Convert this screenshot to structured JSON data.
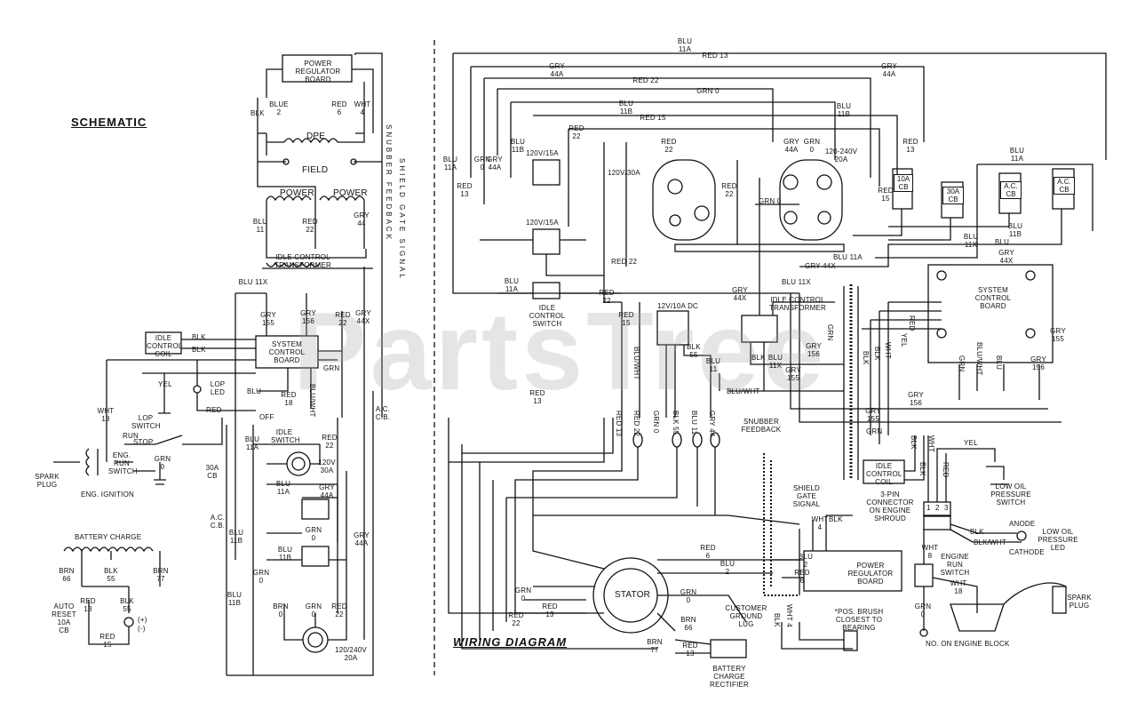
{
  "watermark": "PartsTree",
  "schematic": {
    "title": "SCHEMATIC",
    "power_regulator_board": "POWER REGULATOR BOARD",
    "blk": "BLK",
    "blue_2": "BLUE 2",
    "red_6": "RED 6",
    "wht_4": "WHT 4",
    "dpe": "DPE",
    "field": "FIELD",
    "power_1": "POWER",
    "power_2": "POWER",
    "blu_11": "BLU 11",
    "red_22": "RED 22",
    "gry_44": "GRY 44",
    "idle_control_transformer": "IDLE CONTROL TRANSFORMER",
    "blu_11x": "BLU 11X",
    "gry_155": "GRY 155",
    "gry_156": "GRY 156",
    "red_22b": "RED 22",
    "gry_44x": "GRY 44X",
    "snubber_feedback": "SNUBBER FEEDBACK",
    "shield_gate_signal": "SHIELD GATE SIGNAL",
    "idle_control_coil": "IDLE CONTROL COIL",
    "blk_a": "BLK",
    "blk_b": "BLK",
    "system_control_board": "SYSTEM CONTROL BOARD",
    "grn": "GRN",
    "yel": "YEL",
    "lop_led": "LOP LED",
    "blu": "BLU",
    "red": "RED",
    "blu_wht": "BLU/WHT",
    "red_18": "RED 18",
    "ac_cb": "A.C. C.B.",
    "wht_18": "WHT 18",
    "lop_switch": "LOP SWITCH",
    "off": "OFF",
    "idle_switch": "IDLE SWITCH",
    "run": "RUN",
    "stop": "STOP",
    "eng_run_switch": "ENG. RUN SWITCH",
    "spark_plug": "SPARK PLUG",
    "eng_ignition": "ENG. IGNITION",
    "grn_0": "GRN 0",
    "blu_11a": "BLU 11A",
    "red_22c": "RED 22",
    "cb_30a": "30A CB",
    "rec_120v_30a": "120V 30A",
    "blu_11a2": "BLU 11A",
    "gry_44a": "GRY 44A",
    "ac_cb2": "A.C. C.B.",
    "blu_11b": "BLU 11B",
    "grn_0b": "GRN 0",
    "blu_11b2": "BLU 11B",
    "gry_44a2": "GRY 44A",
    "grn_0c": "GRN 0",
    "blu_11b3": "BLU 11B",
    "brn_0": "BRN 0",
    "grn_0d": "GRN 0",
    "red_22d": "RED 22",
    "rec_120_240v_20a": "120/240V 20A",
    "battery_charge": "BATTERY CHARGE",
    "brn_66": "BRN 66",
    "blk_55": "BLK 55",
    "brn_77": "BRN 77",
    "auto_reset_10a_cb": "AUTO RESET 10A CB",
    "red_13": "RED 13",
    "blk_55b": "BLK 55",
    "red_15": "RED 15",
    "plus": "(+)",
    "minus": "(-)"
  },
  "wiring": {
    "title": "WIRING DIAGRAM",
    "blu_11a_top": "BLU 11A",
    "red_13_top": "RED 13",
    "gry_44a_left": "GRY 44A",
    "gry_44a_right": "GRY 44A",
    "red_22_top": "RED 22",
    "grn_0_top": "GRN 0",
    "blu_11b_left": "BLU 11B",
    "blu_11b_right": "BLU 11B",
    "red_15_top": "RED 15",
    "blu_11a_l": "BLU 11A",
    "red_13_l": "RED 13",
    "grn_0_l": "GRN 0",
    "gry_44a_l": "GRY 44A",
    "blu_11b_l": "BLU 11B",
    "red_22_l": "RED 22",
    "rec_120v_15a_1": "120V/15A",
    "rec_120v_15a_2": "120V/15A",
    "rec_120v_30a": "120V/30A",
    "red_22_r1": "RED 22",
    "red_22_r2": "RED 22",
    "gry_44a_r": "GRY 44A",
    "grn_0_r": "GRN 0",
    "rec_120_240v": "120-240V 20A",
    "red_15_r": "RED 15",
    "red_13_r": "RED 13",
    "grn_0_mid": "GRN 0",
    "red_22_mid": "RED 22",
    "blu_11a_mid": "BLU 11A",
    "gry_44x_mid": "GRY 44X",
    "blu_11x_mid": "BLU 11X",
    "blu_11a_idle": "BLU 11A",
    "cb_10a": "10A CB",
    "cb_30a": "30A CB",
    "cb_a": "A.C. CB",
    "cb_b": "A.C. CB",
    "blu_11a_r": "BLU 11A",
    "blu_11b_r": "BLU 11B",
    "blu_r": "BLU",
    "gry_44x_r": "GRY 44X",
    "blu_11x_r": "BLU 11X",
    "idle_control_switch": "IDLE CONTROL SWITCH",
    "dc_12v_10a": "12V/10A DC",
    "red_15_dc": "RED 15",
    "red_22_dc": "RED 22",
    "blk_55": "BLK 55",
    "blu_11": "BLU 11",
    "blu_wht": "BLU/WHT",
    "blu_wht2": "BLU/WHT",
    "gry_44x_ict": "GRY 44X",
    "idle_control_transformer": "IDLE CONTROL TRANSFORMER",
    "blk_ict": "BLK",
    "blu_11x_ict": "BLU 11X",
    "gry_156_ict": "GRY 156",
    "gry_155_ict": "GRY 155",
    "grn_ict": "GRN",
    "system_control_board": "SYSTEM CONTROL BOARD",
    "blk_s1": "BLK",
    "blk_s2": "BLK",
    "wht_s": "WHT",
    "yel_s": "YEL",
    "red_s": "RED",
    "grn_s": "GRN",
    "blu_wht_s": "BLU/WHT",
    "blu_s": "BLU",
    "gry_156_s": "GRY 156",
    "gry_155_s": "GRY 155",
    "red_13_low": "RED 13",
    "gry_156_low": "GRY 156",
    "gry_155_low": "GRY 155",
    "grn_low": "GRN",
    "snubber_feedback": "SNUBBER FEEDBACK",
    "idle_control_coil": "IDLE CONTROL COIL",
    "blk_c1": "BLK",
    "blk_c2": "BLK",
    "wht_c": "WHT",
    "red_c": "RED",
    "yel_c": "YEL",
    "low_oil_pressure_switch": "LOW OIL PRESSURE SWITCH",
    "three_pin": "3-PIN CONNECTOR ON ENGINE SHROUD",
    "pin_1": "1",
    "pin_2": "2",
    "pin_3": "3",
    "anode": "ANODE",
    "cathode": "CATHODE",
    "blk_led": "BLK",
    "blk_wht_led": "BLK/WHT",
    "low_oil_pressure_led": "LOW OIL PRESSURE LED",
    "shield_gate_signal": "SHIELD GATE SIGNAL",
    "wht_8": "WHT 8",
    "engine_run_switch": "ENGINE RUN SWITCH",
    "wht_18": "WHT 18",
    "spark_plug": "SPARK PLUG",
    "grn_0_eb": "GRN 0",
    "no_on_engine_block": "NO. ON ENGINE BLOCK",
    "red_13_c": "RED 13",
    "red_22_c": "RED 22",
    "grn_0_c": "GRN 0",
    "blk_55_c": "BLK 55",
    "blu_11_c": "BLU 11",
    "gry_44_c": "GRY 44",
    "wht_4": "WHT 4",
    "blk_w": "BLK",
    "blu_2": "BLU 2",
    "red_6": "RED 6",
    "blu_2b": "BLU 2",
    "red_6b": "RED 6",
    "power_regulator_board": "POWER REGULATOR BOARD",
    "stator": "STATOR",
    "grn_0_st": "GRN 0",
    "brn_66": "BRN 66",
    "brn_77": "BRN 77",
    "customer_ground_lug": "CUSTOMER GROUND LUG",
    "red_13_st": "RED 13",
    "battery_charge_rectifier": "BATTERY CHARGE RECTIFIER",
    "pos_brush": "*POS. BRUSH CLOSEST TO BEARING",
    "wht_4b": "WHT 4",
    "blk_b": "BLK",
    "red_13_bot": "RED 13",
    "red_22_bot": "RED 22",
    "grn_0_bot": "GRN 0"
  }
}
